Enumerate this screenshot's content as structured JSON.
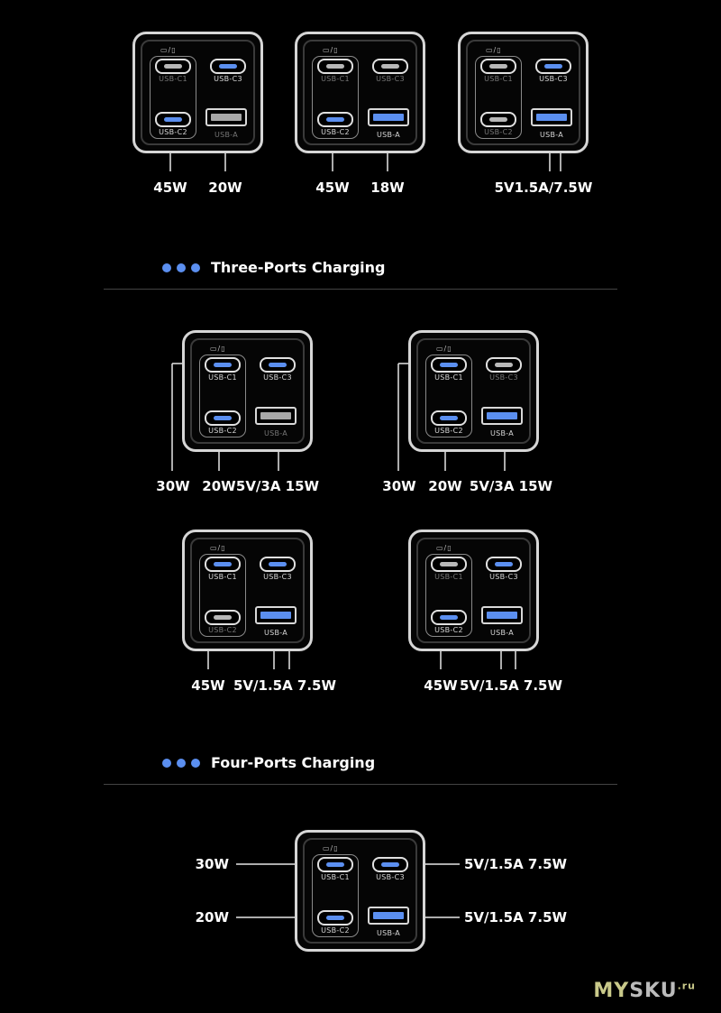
{
  "port_names": {
    "c1": "USB-C1",
    "c2": "USB-C2",
    "c3": "USB-C3",
    "a": "USB-A"
  },
  "device_icons": "▭/▯",
  "colors": {
    "active": "#5b8ff0",
    "inactive": "#b8b8b8",
    "background": "#000000"
  },
  "sections": [
    {
      "title": "Three-Ports Charging"
    },
    {
      "title": "Four-Ports Charging"
    }
  ],
  "chargers": [
    {
      "active": [
        "c2",
        "c3"
      ],
      "labels": [
        "45W",
        "20W"
      ]
    },
    {
      "active": [
        "c2",
        "a"
      ],
      "labels": [
        "45W",
        "18W"
      ]
    },
    {
      "active": [
        "c3",
        "a"
      ],
      "labels": [
        "5V1.5A/7.5W"
      ]
    },
    {
      "active": [
        "c1",
        "c2",
        "c3"
      ],
      "labels": [
        "30W",
        "20W",
        "5V/3A 15W"
      ]
    },
    {
      "active": [
        "c1",
        "c2",
        "a"
      ],
      "labels": [
        "30W",
        "20W",
        "5V/3A 15W"
      ]
    },
    {
      "active": [
        "c1",
        "c3",
        "a"
      ],
      "labels": [
        "45W",
        "5V/1.5A 7.5W"
      ]
    },
    {
      "active": [
        "c2",
        "c3",
        "a"
      ],
      "labels": [
        "45W",
        "5V/1.5A 7.5W"
      ]
    },
    {
      "active": [
        "c1",
        "c2",
        "c3",
        "a"
      ],
      "labels": [
        "30W",
        "20W",
        "5V/1.5A 7.5W",
        "5V/1.5A 7.5W"
      ]
    }
  ],
  "watermark": {
    "my": "MY",
    "sku": "SKU",
    "tld": ".ru"
  }
}
